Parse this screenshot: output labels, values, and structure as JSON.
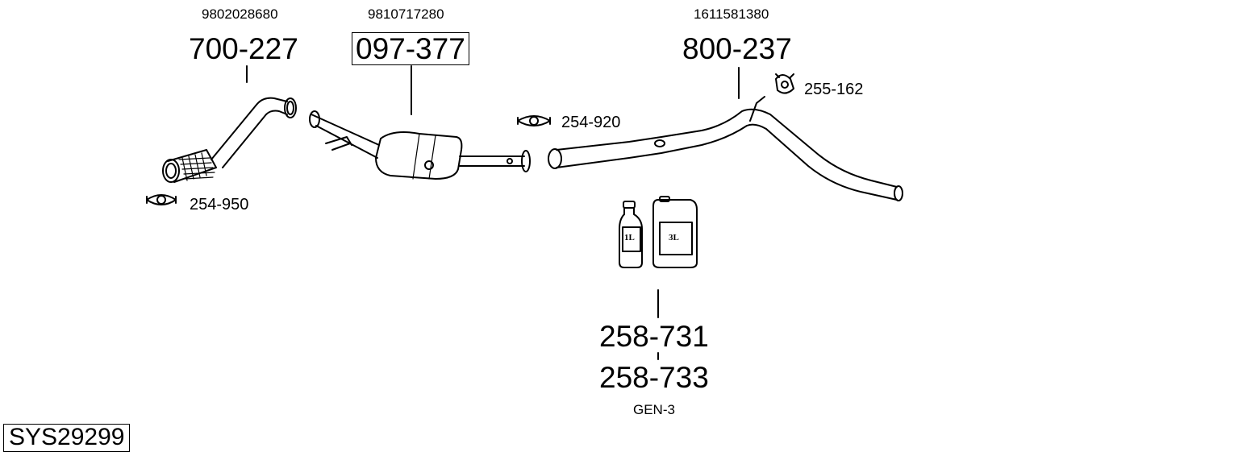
{
  "system_code": "SYS29299",
  "parts": {
    "front_pipe": {
      "oe_number": "9802028680",
      "part_number": "700-227"
    },
    "dpf": {
      "oe_number": "9810717280",
      "part_number": "097-377"
    },
    "rear_pipe": {
      "oe_number": "1611581380",
      "part_number": "800-237"
    },
    "clamp_front": {
      "part_number": "254-950"
    },
    "clamp_mid": {
      "part_number": "254-920"
    },
    "rubber_mount": {
      "part_number": "255-162"
    },
    "additive_1l": {
      "part_number": "258-731",
      "container_label": "1L"
    },
    "additive_3l": {
      "part_number": "258-733",
      "container_label": "3L"
    },
    "additive_note": "GEN-3"
  }
}
